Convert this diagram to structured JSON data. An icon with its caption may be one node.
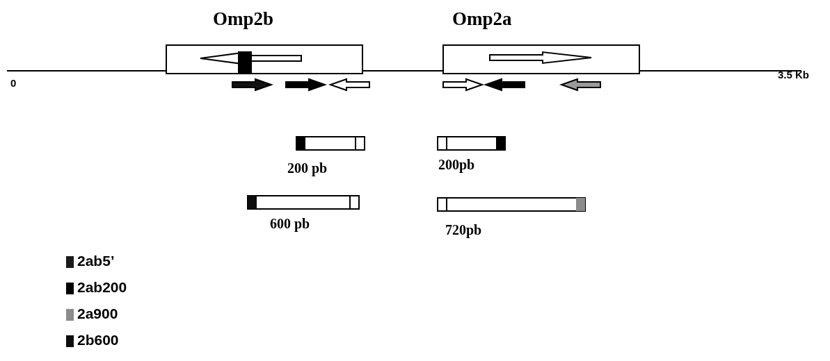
{
  "diagram": {
    "nodes": [
      {
        "text": [
          "Omp2b"
        ]
      },
      {
        "text": [
          "Omp2a"
        ]
      }
    ],
    "edges": [],
    "labels": [
      "0",
      "3.5 Kb",
      "200 pb",
      "200pb",
      "600 pb",
      "720pb"
    ],
    "legend": [
      {
        "text": "2ab5’",
        "color": "#1a1a1a"
      },
      {
        "text": "2ab200",
        "color": "#000000"
      },
      {
        "text": "2a900",
        "color": "#8c8c8c"
      },
      {
        "text": "2b600",
        "color": "#0d0d0d"
      }
    ]
  }
}
